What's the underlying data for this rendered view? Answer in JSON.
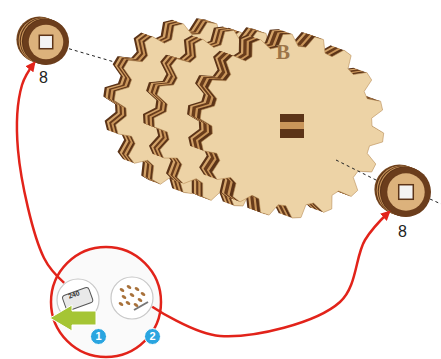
{
  "diagram": {
    "nodes": [
      {
        "text": [
          "8"
        ]
      },
      {
        "text": [
          "8"
        ]
      },
      {
        "text": [
          "1"
        ]
      },
      {
        "text": [
          "2"
        ]
      }
    ],
    "edges": [
      {
        "from": 2,
        "to": 0,
        "arrow": "to"
      },
      {
        "from": 3,
        "to": 1,
        "arrow": "to"
      }
    ],
    "labels": [
      "B",
      "240"
    ]
  }
}
